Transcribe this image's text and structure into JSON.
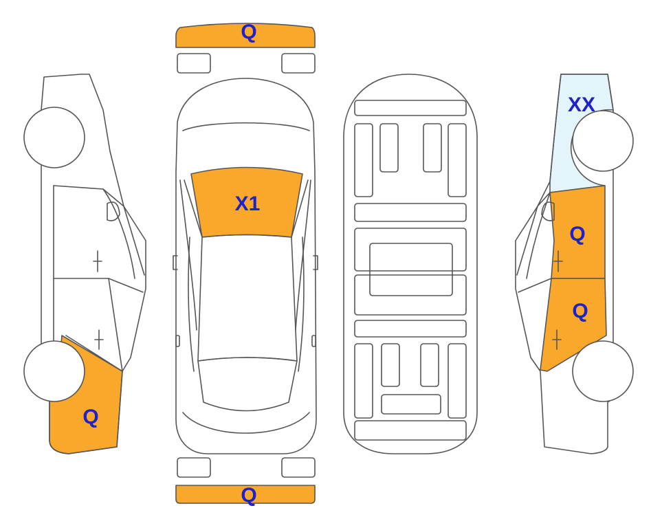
{
  "colors": {
    "outline": "#555555",
    "damage_orange": "#f9a82b",
    "highlight_blue": "#e3f4fb",
    "label_blue": "#1f22c9"
  },
  "labels": {
    "front_bumper": "Q",
    "rear_bumper": "Q",
    "windshield": "X1",
    "left_rear_quarter": "Q",
    "right_front_fender": "XX",
    "right_front_door": "Q",
    "right_rear_door": "Q"
  }
}
